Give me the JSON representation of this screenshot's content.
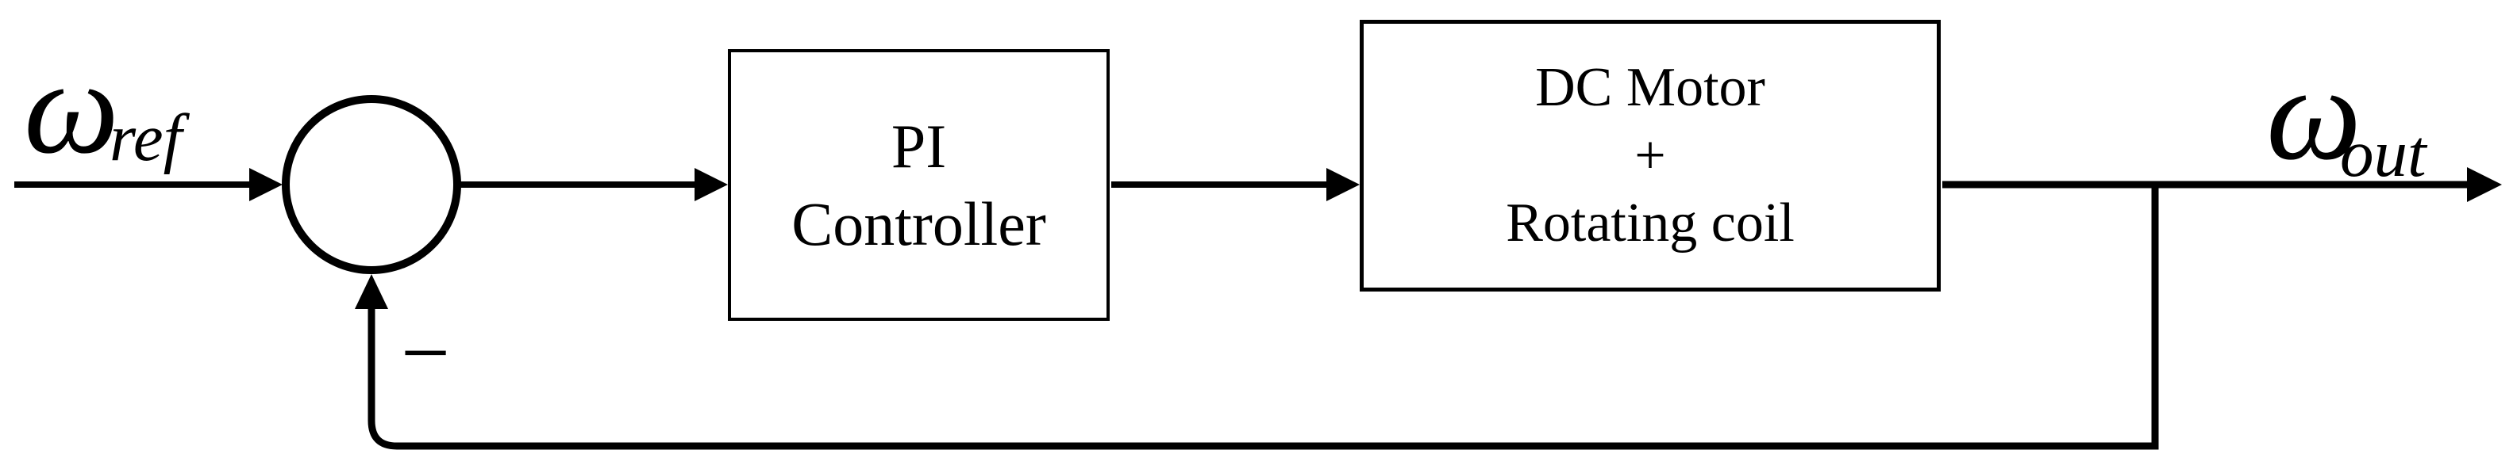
{
  "colors": {
    "line": "#000000",
    "background": "#ffffff"
  },
  "labels": {
    "input": {
      "symbol": "ω",
      "subscript": "ref"
    },
    "output": {
      "symbol": "ω",
      "subscript": "out"
    },
    "feedback_sign": "−"
  },
  "blocks": {
    "controller": {
      "line1": "PI",
      "line2": "Controller"
    },
    "plant": {
      "line1": "DC Motor",
      "line2": "+",
      "line3": "Rotating coil"
    }
  }
}
